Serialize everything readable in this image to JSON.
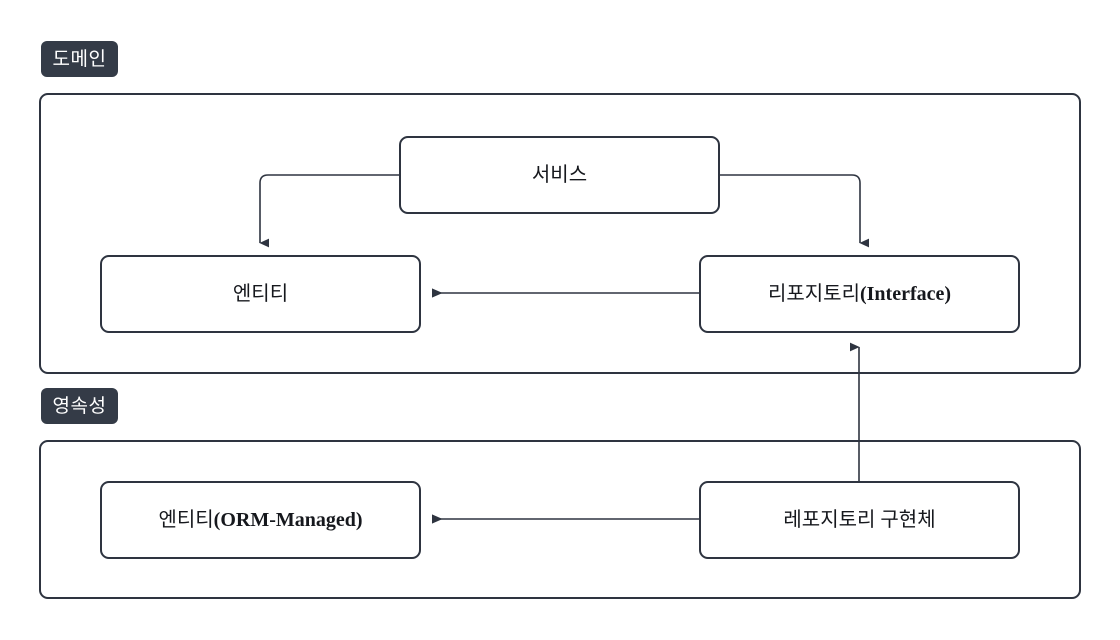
{
  "diagram": {
    "title": "Layered architecture diagram",
    "colors": {
      "stroke": "#2e3440",
      "badge_background": "#343b47",
      "badge_text": "#ffffff",
      "box_background": "#ffffff",
      "canvas_background": "#ffffff",
      "text": "#16181d"
    },
    "layers": [
      {
        "id": "domain",
        "badge_label": "도메인",
        "nodes": [
          "service",
          "entity",
          "repository_interface"
        ]
      },
      {
        "id": "persistence",
        "badge_label": "영속성",
        "nodes": [
          "entity_orm",
          "repository_impl"
        ]
      }
    ],
    "nodes": {
      "service": {
        "label": "서비스",
        "label_plain": "서비스",
        "label_bold": ""
      },
      "entity": {
        "label": "엔티티",
        "label_plain": "엔티티",
        "label_bold": ""
      },
      "repository_interface": {
        "label": "리포지토리(Interface)",
        "label_plain": "리포지토리",
        "label_bold": "(Interface)"
      },
      "entity_orm": {
        "label": "엔티티(ORM-Managed)",
        "label_plain": "엔티티",
        "label_bold": "(ORM-Managed)"
      },
      "repository_impl": {
        "label": "레포지토리 구현체",
        "label_plain": "레포지토리 구현체",
        "label_bold": ""
      }
    },
    "edges": [
      {
        "id": "service-to-entity",
        "from": "service",
        "to": "entity",
        "style": "orthogonal",
        "arrow": "down"
      },
      {
        "id": "service-to-repository-interface",
        "from": "service",
        "to": "repository_interface",
        "style": "orthogonal",
        "arrow": "down"
      },
      {
        "id": "repository-interface-to-entity",
        "from": "repository_interface",
        "to": "entity",
        "style": "straight",
        "arrow": "left"
      },
      {
        "id": "repository-impl-to-repository-interface",
        "from": "repository_impl",
        "to": "repository_interface",
        "style": "straight",
        "arrow": "up"
      },
      {
        "id": "repository-impl-to-entity-orm",
        "from": "repository_impl",
        "to": "entity_orm",
        "style": "straight",
        "arrow": "left"
      }
    ]
  }
}
